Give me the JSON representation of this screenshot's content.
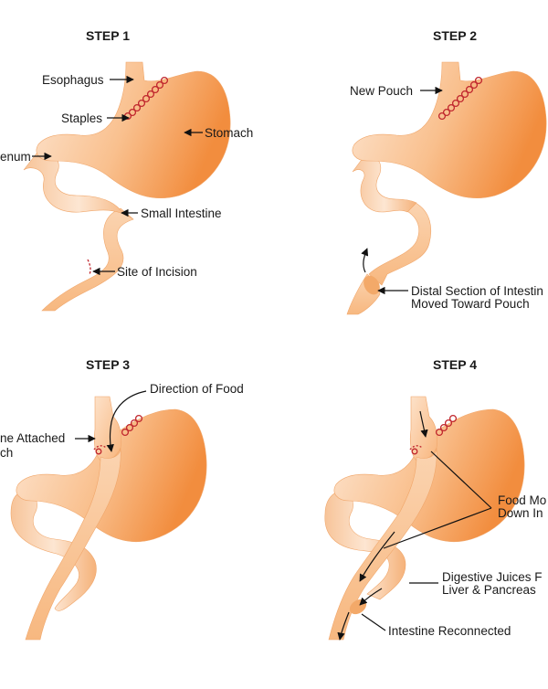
{
  "steps": [
    {
      "title": "STEP 1",
      "labels": [
        "Esophagus",
        "Staples",
        "Stomach",
        "enum",
        "Small Intestine",
        "Site of Incision"
      ]
    },
    {
      "title": "STEP 2",
      "labels": [
        "New Pouch",
        "Distal Section of Intestin",
        "Moved Toward Pouch"
      ]
    },
    {
      "title": "STEP 3",
      "labels": [
        "Direction of Food",
        "ne Attached",
        "ch"
      ]
    },
    {
      "title": "STEP 4",
      "labels": [
        "Food Mo",
        "Down In",
        "Digestive Juices F",
        "Liver & Pancreas",
        "Intestine Reconnected"
      ]
    }
  ],
  "colors": {
    "organ_light": "#fde0c8",
    "organ_dark": "#f39a4c",
    "staple": "#c0262d",
    "arrow": "#111111"
  }
}
